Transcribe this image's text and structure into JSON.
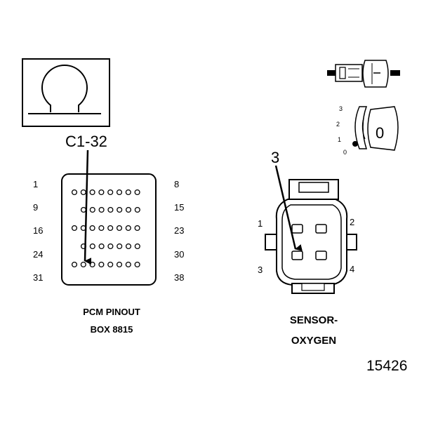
{
  "meter_symbol": "Ω",
  "pcm": {
    "callout": "C1-32",
    "row_left_labels": [
      "1",
      "9",
      "16",
      "24",
      "31"
    ],
    "row_right_labels": [
      "8",
      "15",
      "23",
      "30",
      "38"
    ],
    "caption_line1": "PCM PINOUT",
    "caption_line2": "BOX 8815"
  },
  "sensor": {
    "callout": "3",
    "pin_labels": [
      "1",
      "2",
      "3",
      "4"
    ],
    "caption_line1": "SENSOR-",
    "caption_line2": "OXYGEN"
  },
  "key_switch": {
    "scale_labels": [
      "3",
      "2",
      "1",
      "0"
    ],
    "position_label": "0"
  },
  "figure_number": "15426"
}
